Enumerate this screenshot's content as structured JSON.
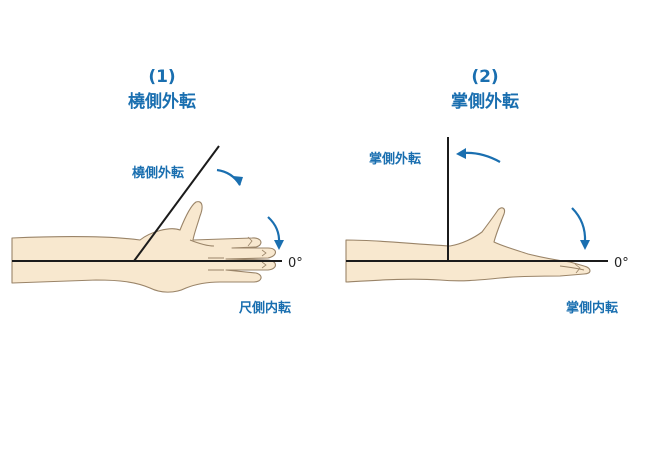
{
  "panels": [
    {
      "number": "(1)",
      "title": "橈側外転",
      "upper_label": "橈側外転",
      "lower_label": "尺側内転",
      "zero_label": "0°"
    },
    {
      "number": "(2)",
      "title": "掌側外転",
      "upper_label": "掌側外転",
      "lower_label": "掌側内転",
      "zero_label": "0°"
    }
  ],
  "colors": {
    "label": "#1a6fb0",
    "axis": "#1b1b1b",
    "skin": "#f8e8cf",
    "skin_outline": "#9a8468"
  }
}
